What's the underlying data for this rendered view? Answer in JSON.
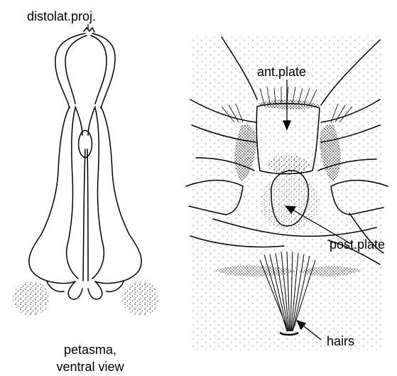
{
  "labels": {
    "distolateral_projection": "distolat.proj.",
    "anterior_plate": "ant.plate",
    "posterior_plate": "post.plate",
    "hairs": "hairs"
  },
  "caption": {
    "line1": "petasma,",
    "line2": "ventral view"
  },
  "colors": {
    "ink": "#000000",
    "background": "#ffffff"
  }
}
